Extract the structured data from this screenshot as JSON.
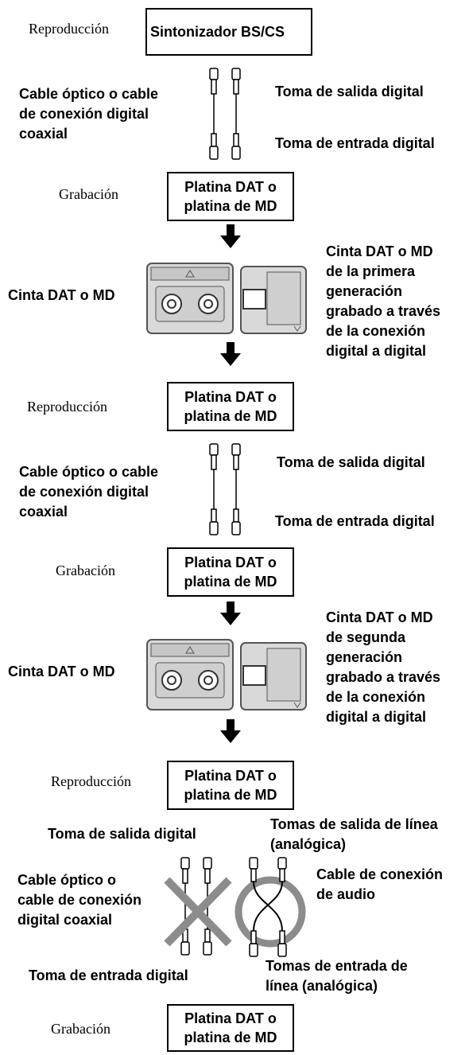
{
  "labels": {
    "reproduccion": "Reproducción",
    "grabacion": "Grabación",
    "tuner": "Sintonizador BS/CS",
    "deck": "Platina DAT o\nplatina de MD",
    "cable_optico": "Cable óptico o cable\nde conexión digital\ncoaxial",
    "toma_salida": "Toma de salida digital",
    "toma_entrada": "Toma de entrada digital",
    "cinta": "Cinta DAT o MD",
    "first_gen": "Cinta DAT o MD\nde la primera\ngeneración\ngrabado a través\nde la conexión\ndigital a digital",
    "second_gen": "Cinta DAT o MD\nde segunda\ngeneración\ngrabado a través\nde la conexión\ndigital a digital",
    "cable_optico_short": "Cable óptico o\ncable de conexión\ndigital coaxial",
    "tomas_salida_linea": "Tomas de salida de línea\n(analógica)",
    "cable_audio": "Cable de conexión\nde audio",
    "tomas_entrada_linea": "Tomas de entrada de\nlínea (analógica)"
  },
  "colors": {
    "tape_fill": "#d9d9d9",
    "tape_stroke": "#555555",
    "cross": "#8c8c8c"
  }
}
